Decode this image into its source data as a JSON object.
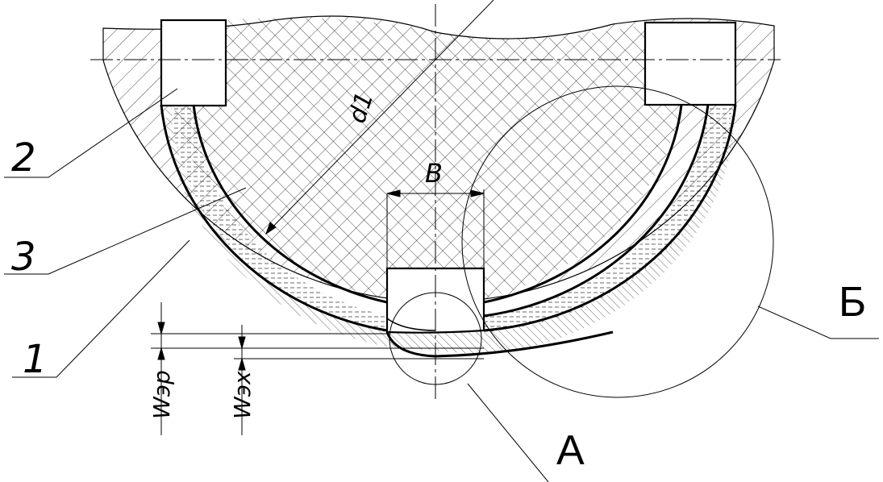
{
  "labels": {
    "d1": "d1",
    "b": "B",
    "n2": "2",
    "n3": "3",
    "n1": "1",
    "a": "A",
    "be": "Б",
    "wzp": "Wэр",
    "wzh": "Wэх"
  },
  "colors": {
    "line": "#000000",
    "background": "#ffffff"
  }
}
